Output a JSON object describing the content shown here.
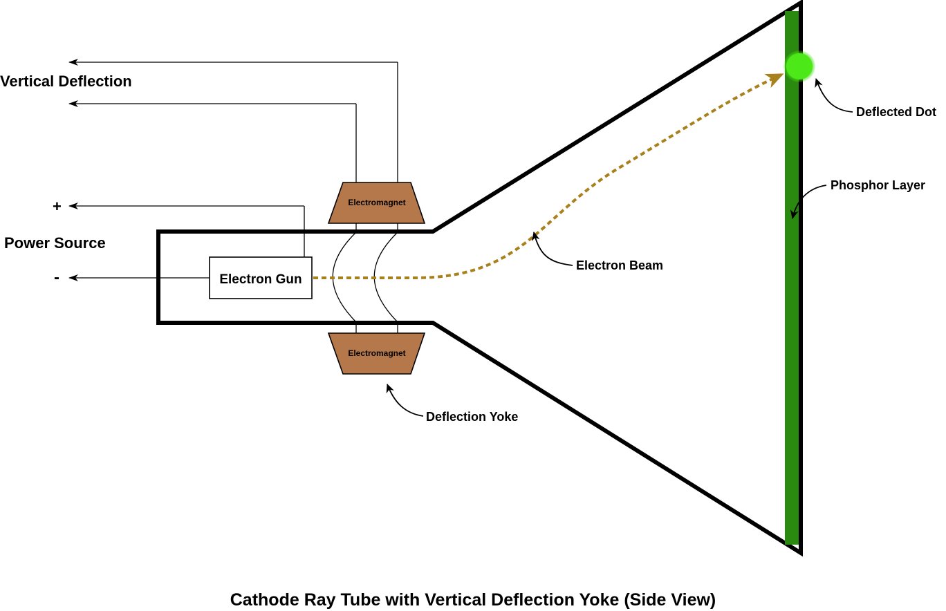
{
  "labels": {
    "vertical_deflection": "Vertical Deflection",
    "power_source": "Power Source",
    "plus": "+",
    "minus": "-",
    "electron_gun": "Electron Gun",
    "electromagnet_top": "Electromagnet",
    "electromagnet_bottom": "Electromagnet",
    "electron_beam": "Electron Beam",
    "deflection_yoke": "Deflection Yoke",
    "phosphor_layer": "Phosphor Layer",
    "deflected_dot": "Deflected Dot",
    "caption": "Cathode Ray Tube with Vertical Deflection Yoke (Side View)"
  },
  "colors": {
    "tube_outline": "#000000",
    "electromagnet": "#b5784b",
    "phosphor": "#2a8a0f",
    "dot": "#4de818",
    "beam": "#a8801c"
  }
}
